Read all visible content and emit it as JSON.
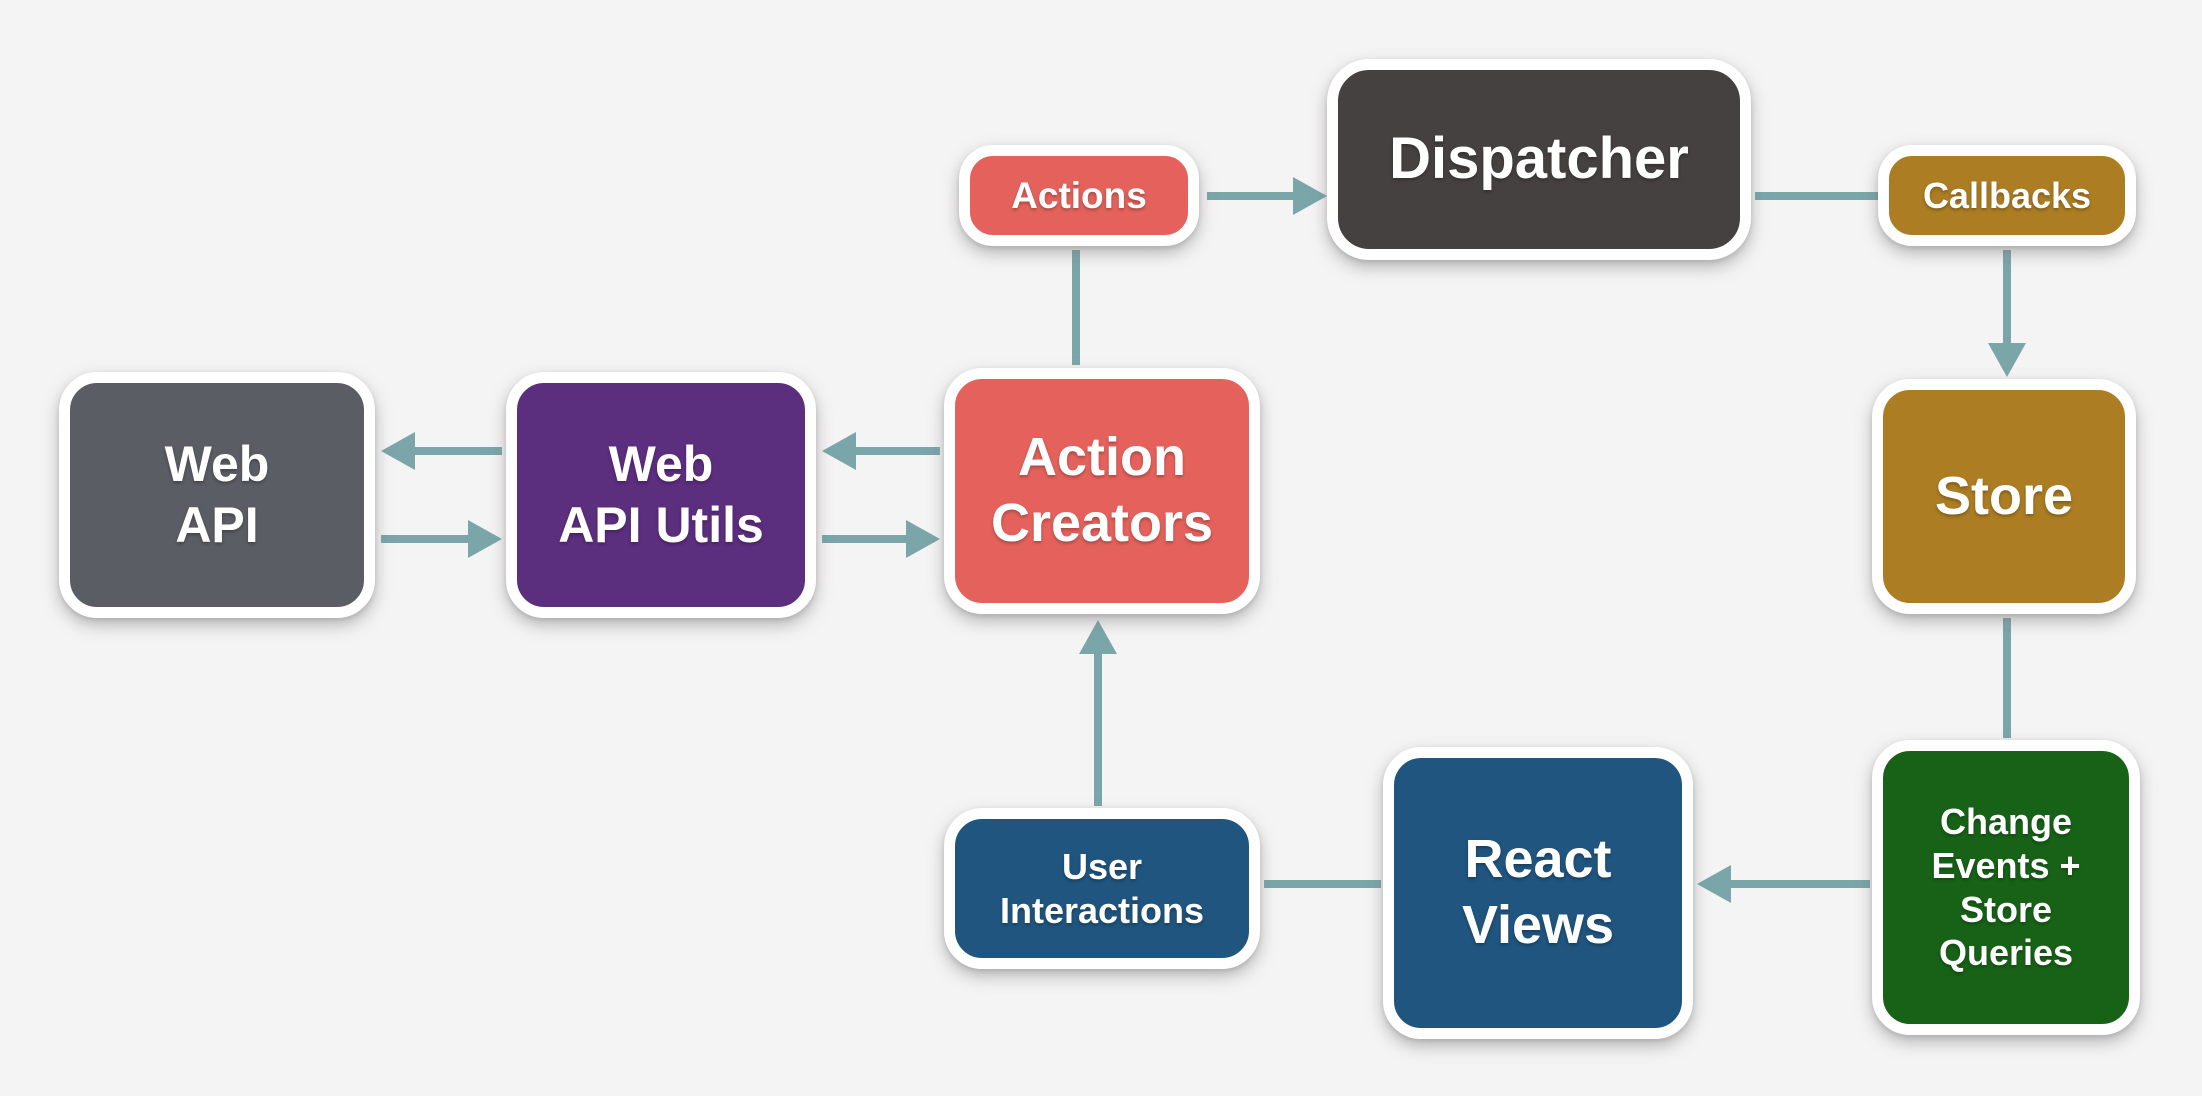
{
  "diagram": {
    "colors": {
      "background": "#f5f4f4",
      "arrow": "#7aa6aa",
      "node_text": "#ffffff",
      "node_border": "#ffffff"
    },
    "nodes": [
      {
        "id": "actions",
        "label": "Actions",
        "color": "#e5625c"
      },
      {
        "id": "dispatcher",
        "label": "Dispatcher",
        "color": "#454140"
      },
      {
        "id": "callbacks",
        "label": "Callbacks",
        "color": "#ac7d23"
      },
      {
        "id": "store",
        "label": "Store",
        "color": "#ac7d23"
      },
      {
        "id": "change-events",
        "label": "Change\nEvents +\nStore\nQueries",
        "color": "#186218"
      },
      {
        "id": "react-views",
        "label": "React\nViews",
        "color": "#20557f"
      },
      {
        "id": "user-interactions",
        "label": "User\nInteractions",
        "color": "#20557f"
      },
      {
        "id": "action-creators",
        "label": "Action\nCreators",
        "color": "#e5625c"
      },
      {
        "id": "web-api-utils",
        "label": "Web\nAPI Utils",
        "color": "#5c2e7e"
      },
      {
        "id": "web-api",
        "label": "Web\nAPI",
        "color": "#5a5e64"
      }
    ],
    "edges": [
      {
        "from": "Actions",
        "to": "Dispatcher",
        "arrowhead": true
      },
      {
        "from": "Dispatcher",
        "to": "Callbacks",
        "arrowhead": false
      },
      {
        "from": "Callbacks",
        "to": "Store",
        "arrowhead": true
      },
      {
        "from": "Store",
        "to": "Change Events + Store Queries",
        "arrowhead": false
      },
      {
        "from": "Change Events + Store Queries",
        "to": "React Views",
        "arrowhead": true
      },
      {
        "from": "React Views",
        "to": "User Interactions",
        "arrowhead": false
      },
      {
        "from": "User Interactions",
        "to": "Action Creators",
        "arrowhead": true
      },
      {
        "from": "Action Creators",
        "to": "Actions",
        "arrowhead": false
      },
      {
        "from": "Action Creators",
        "to": "Web API Utils",
        "arrowhead": true
      },
      {
        "from": "Web API Utils",
        "to": "Action Creators",
        "arrowhead": true
      },
      {
        "from": "Web API Utils",
        "to": "Web API",
        "arrowhead": true
      },
      {
        "from": "Web API",
        "to": "Web API Utils",
        "arrowhead": true
      }
    ]
  }
}
